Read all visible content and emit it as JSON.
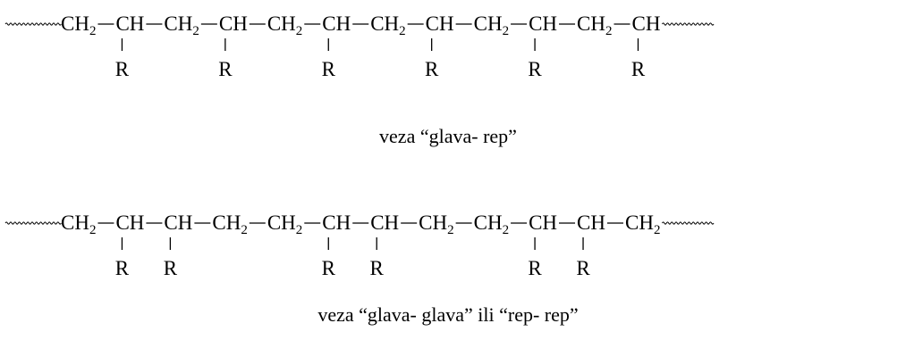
{
  "chains": [
    {
      "id": "head-tail",
      "caption": "veza “glava- rep”",
      "wavy_left": true,
      "wavy_right": true,
      "units": [
        {
          "main": "CH",
          "sub": "2",
          "r": ""
        },
        {
          "main": "CH",
          "sub": "",
          "r": "R"
        },
        {
          "main": "CH",
          "sub": "2",
          "r": ""
        },
        {
          "main": "CH",
          "sub": "",
          "r": "R"
        },
        {
          "main": "CH",
          "sub": "2",
          "r": ""
        },
        {
          "main": "CH",
          "sub": "",
          "r": "R"
        },
        {
          "main": "CH",
          "sub": "2",
          "r": ""
        },
        {
          "main": "CH",
          "sub": "",
          "r": "R"
        },
        {
          "main": "CH",
          "sub": "2",
          "r": ""
        },
        {
          "main": "CH",
          "sub": "",
          "r": "R"
        },
        {
          "main": "CH",
          "sub": "2",
          "r": ""
        },
        {
          "main": "CH",
          "sub": "",
          "r": "R"
        }
      ]
    },
    {
      "id": "head-head",
      "caption": "veza “glava- glava” ili “rep- rep”",
      "wavy_left": true,
      "wavy_right": true,
      "units": [
        {
          "main": "CH",
          "sub": "2",
          "r": ""
        },
        {
          "main": "CH",
          "sub": "",
          "r": "R"
        },
        {
          "main": "CH",
          "sub": "",
          "r": "R"
        },
        {
          "main": "CH",
          "sub": "2",
          "r": ""
        },
        {
          "main": "CH",
          "sub": "2",
          "r": ""
        },
        {
          "main": "CH",
          "sub": "",
          "r": "R"
        },
        {
          "main": "CH",
          "sub": "",
          "r": "R"
        },
        {
          "main": "CH",
          "sub": "2",
          "r": ""
        },
        {
          "main": "CH",
          "sub": "2",
          "r": ""
        },
        {
          "main": "CH",
          "sub": "",
          "r": "R"
        },
        {
          "main": "CH",
          "sub": "",
          "r": "R"
        },
        {
          "main": "CH",
          "sub": "2",
          "r": ""
        }
      ]
    }
  ]
}
